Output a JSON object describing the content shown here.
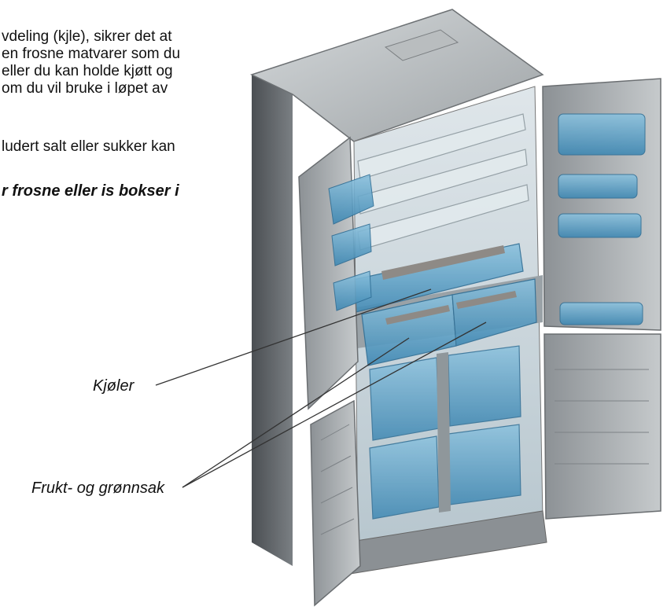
{
  "text_lines": [
    "vdeling (kjle), sikrer det at",
    "en frosne matvarer som du",
    "eller du kan holde kjøtt og",
    "om du vil bruke i løpet av",
    "ludert salt eller sukker kan",
    "r frosne eller is bokser i"
  ],
  "labels": {
    "cooler": "Kjøler",
    "fruit_veg": "Frukt- og grønnsak"
  },
  "colors": {
    "body_dark": "#5f6367",
    "body_light": "#a9adb0",
    "interior": "#c9d6dc",
    "shelf_blue": "#5fa3c8",
    "leader": "#333333"
  }
}
